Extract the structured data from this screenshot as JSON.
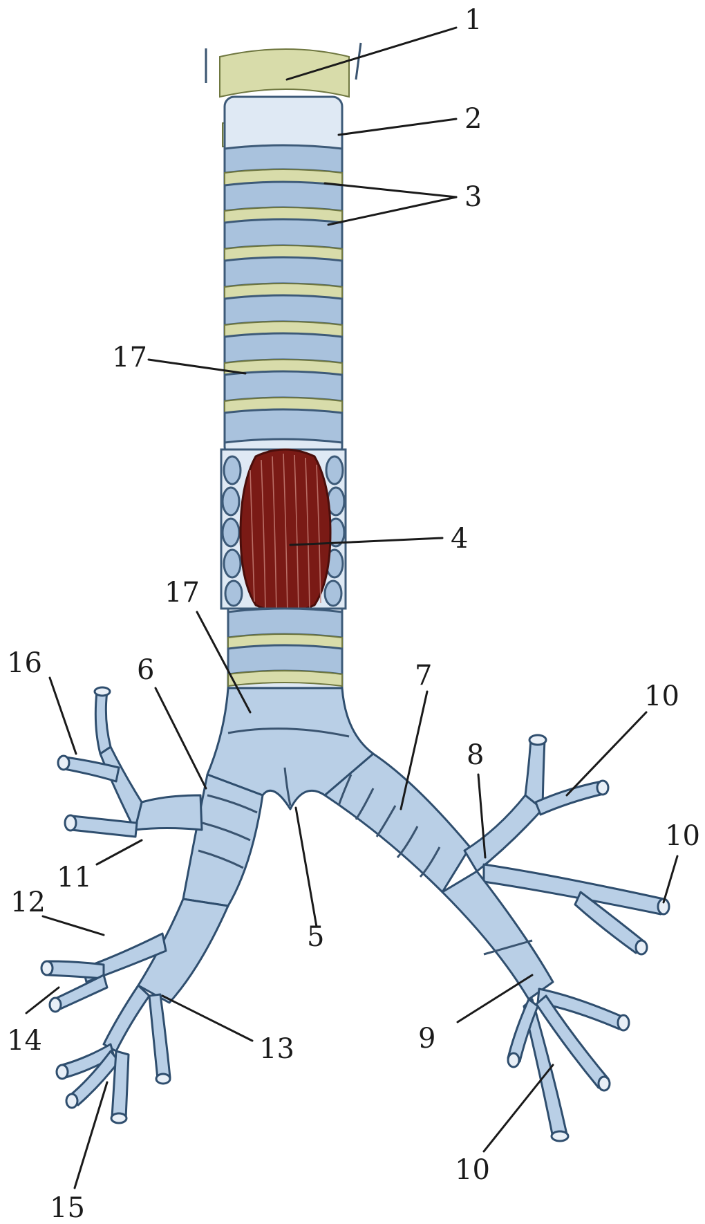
{
  "labels": {
    "l1": "1",
    "l2": "2",
    "l3": "3",
    "l4": "4",
    "l5": "5",
    "l6": "6",
    "l7": "7",
    "l8": "8",
    "l9": "9",
    "l10a": "10",
    "l10b": "10",
    "l10c": "10",
    "l11": "11",
    "l12": "12",
    "l13": "13",
    "l14": "14",
    "l15": "15",
    "l16": "16",
    "l17a": "17",
    "l17b": "17"
  },
  "colors": {
    "cartilage": "#a9c2dd",
    "ligament": "#d8dcaa",
    "muscle": "#7a1a15",
    "outline": "#2f4e6e"
  }
}
